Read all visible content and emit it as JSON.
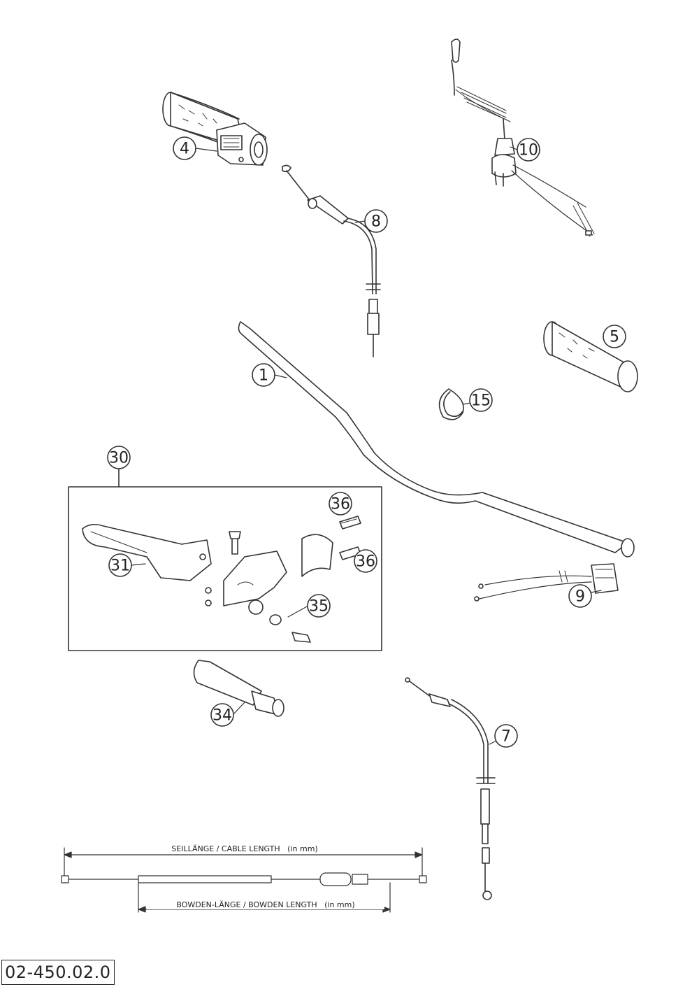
{
  "document_number": "02-450.02.0",
  "dimensions": {
    "cable_length_label": "SEILLÄNGE / CABLE LENGTH   (in mm)",
    "bowden_length_label": "BOWDEN-LÄNGE / BOWDEN LENGTH   (in mm)"
  },
  "callouts": {
    "handlebar": "1",
    "throttle_grip": "4",
    "grip_left": "5",
    "throttle_cable_return": "7",
    "throttle_cable_pull": "8",
    "kill_switch": "9",
    "emergency_stop_switch": "10",
    "cable_tie": "15",
    "clutch_fitting": "30",
    "clutch_lever": "31",
    "lever_protector": "34",
    "screw_35": "35",
    "bolt_36_top": "36",
    "bolt_36_bottom": "36"
  }
}
